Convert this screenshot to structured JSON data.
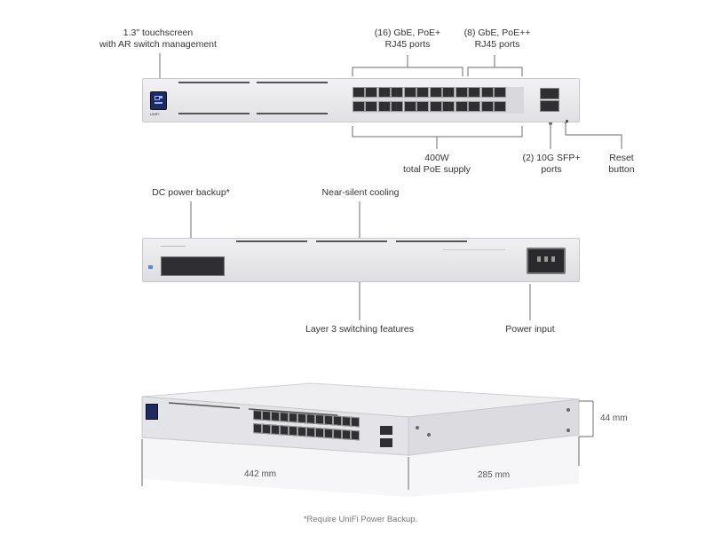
{
  "front": {
    "touchscreen_label": [
      "1.3\" touchscreen",
      "with AR switch management"
    ],
    "gbe_poe_label": [
      "(16) GbE, PoE+",
      "RJ45 ports"
    ],
    "gbe_poepp_label": [
      "(8) GbE, PoE++",
      "RJ45 ports"
    ],
    "poe_supply_label": [
      "400W",
      "total PoE supply"
    ],
    "sfp_label": [
      "(2) 10G SFP+",
      "ports"
    ],
    "reset_label": [
      "Reset",
      "button"
    ],
    "port_count_top": 12,
    "port_count_bottom": 12,
    "brand_text": "UNIFI"
  },
  "rear": {
    "dc_backup_label": "DC power backup*",
    "cooling_label": "Near-silent cooling",
    "layer3_label": "Layer 3 switching features",
    "power_input_label": "Power input"
  },
  "dimensions": {
    "height": "44 mm",
    "width": "442 mm",
    "depth": "285 mm"
  },
  "footnote": "*Require UniFi Power Backup.",
  "colors": {
    "chassis": "#e9e9ec",
    "chassis_edge": "#c9c9cd",
    "port": "#2f2f33",
    "screen": "#1f2a63",
    "line": "#6b6b6b"
  }
}
